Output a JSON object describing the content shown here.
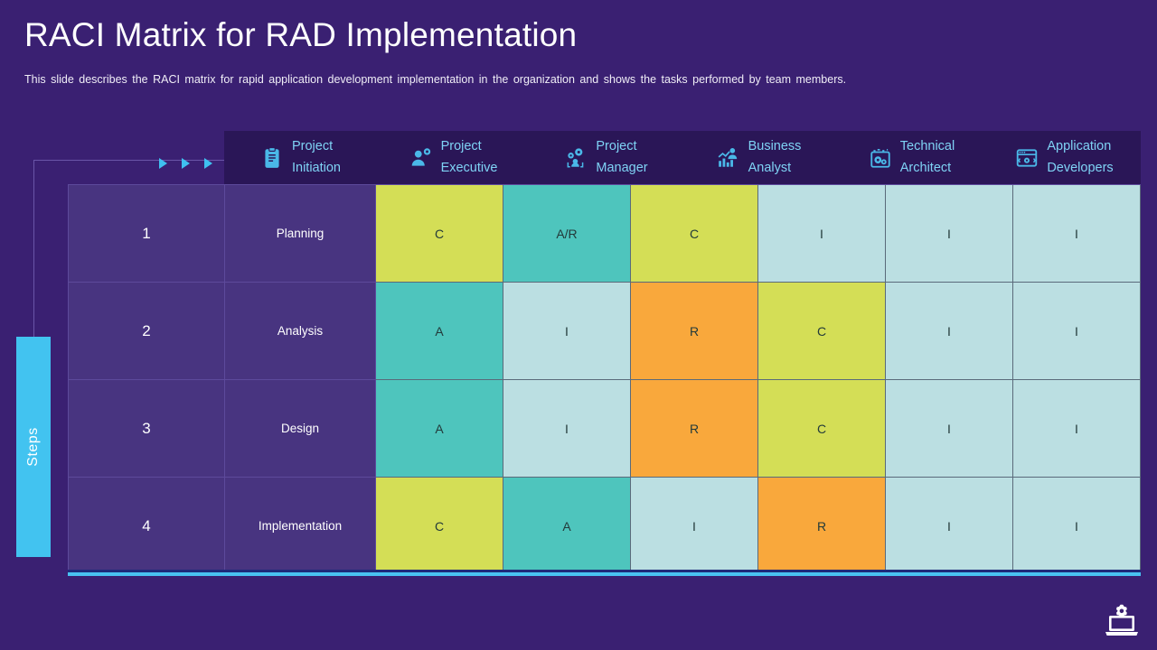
{
  "slide": {
    "title": "RACI Matrix for RAD Implementation",
    "subtitle": "This slide describes the RACI matrix for rapid application development  implementation in the organization and shows the tasks performed  by team members."
  },
  "side_label": {
    "text": "Steps"
  },
  "arrows": {
    "count": 3,
    "color": "#3fc0f0",
    "icon": "play-triangle-icon"
  },
  "columns": [
    {
      "key": "steps",
      "label": "",
      "icon": null
    },
    {
      "key": "task",
      "label": "",
      "icon": null
    },
    {
      "key": "project_initiation",
      "line1": "Project",
      "line2": "Initiation",
      "icon": "clipboard-icon"
    },
    {
      "key": "project_executive",
      "line1": "Project",
      "line2": "Executive",
      "icon": "person-gear-icon"
    },
    {
      "key": "project_manager",
      "line1": "Project",
      "line2": "Manager",
      "icon": "team-gears-icon"
    },
    {
      "key": "business_analyst",
      "line1": "Business",
      "line2": "Analyst",
      "icon": "chart-person-icon"
    },
    {
      "key": "technical_architect",
      "line1": "Technical",
      "line2": "Architect",
      "icon": "gears-panel-icon"
    },
    {
      "key": "application_developers",
      "line1": "Application",
      "line2": "Developers",
      "icon": "browser-gear-icon"
    }
  ],
  "rows": [
    {
      "number": "1",
      "task": "Planning",
      "values": [
        "C",
        "A/R",
        "C",
        "I",
        "I"
      ],
      "first": "C",
      "cells": [
        {
          "value": "C",
          "color": "#d4de56"
        },
        {
          "value": "A/R",
          "color": "#4ec5bd"
        },
        {
          "value": "C",
          "color": "#d4de56"
        },
        {
          "value": "I",
          "color": "#bbdfe2"
        },
        {
          "value": "I",
          "color": "#bbdfe2"
        }
      ]
    },
    {
      "number": "2",
      "task": "Analysis",
      "cells": [
        {
          "value": "A",
          "color": "#4ec5bd"
        },
        {
          "value": "I",
          "color": "#bbdfe2"
        },
        {
          "value": "R",
          "color": "#f9a83c"
        },
        {
          "value": "C",
          "color": "#d4de56"
        },
        {
          "value": "I",
          "color": "#bbdfe2"
        }
      ]
    },
    {
      "number": "3",
      "task": "Design",
      "cells": [
        {
          "value": "A",
          "color": "#4ec5bd"
        },
        {
          "value": "I",
          "color": "#bbdfe2"
        },
        {
          "value": "R",
          "color": "#f9a83c"
        },
        {
          "value": "C",
          "color": "#d4de56"
        },
        {
          "value": "I",
          "color": "#bbdfe2"
        }
      ]
    },
    {
      "number": "4",
      "task": "Implementation",
      "cells": [
        {
          "value": "C",
          "color": "#d4de56"
        },
        {
          "value": "A",
          "color": "#4ec5bd"
        },
        {
          "value": "I",
          "color": "#bbdfe2"
        },
        {
          "value": "R",
          "color": "#f9a83c"
        },
        {
          "value": "I",
          "color": "#bbdfe2"
        }
      ]
    }
  ],
  "matrix": {
    "row1": {
      "project_initiation": "C",
      "project_executive": "A/R",
      "project_manager": "C",
      "business_analyst": "I",
      "technical_architect": "I",
      "application_developers": "I"
    },
    "note": "col order after task: Project Initiation, Project Executive, Project Manager, Business Analyst, Technical Architect, Application Developers"
  },
  "grid_values": [
    [
      "C",
      "A/R",
      "C",
      "I",
      "I",
      "I"
    ],
    [
      "A",
      "I",
      "R",
      "C",
      "I",
      "I"
    ],
    [
      "A",
      "I",
      "R",
      "C",
      "I",
      "I"
    ],
    [
      "C",
      "A",
      "I",
      "R",
      "I",
      "I"
    ]
  ],
  "colors": {
    "background": "#3a2072",
    "header_band": "#2a1657",
    "row_label": "#483480",
    "accent_blue": "#42c3f0",
    "header_text": "#7fd3f5",
    "yellow": "#d4de56",
    "teal": "#4ec5bd",
    "light_teal": "#bbdfe2",
    "orange": "#f9a83c"
  },
  "logo": {
    "icon": "laptop-gear-logo"
  }
}
